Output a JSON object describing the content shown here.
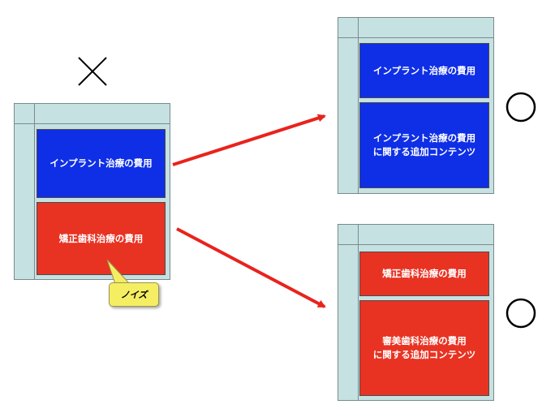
{
  "bad_mark": "×",
  "good_mark": "○",
  "original_page": {
    "top_box": "インプラント治療の費用",
    "bottom_box": "矯正歯科治療の費用",
    "callout": "ノイズ"
  },
  "good_page_1": {
    "top_box": "インプラント治療の費用",
    "bottom_box": "インプラント治療の費用\nに関する追加コンテンツ"
  },
  "good_page_2": {
    "top_box": "矯正歯科治療の費用",
    "bottom_box": "審美歯科治療の費用\nに関する追加コンテンツ"
  },
  "colors": {
    "blue": "#0f2fe6",
    "red": "#e83323",
    "arrow": "#e8231d",
    "page": "#c6e1e2"
  }
}
